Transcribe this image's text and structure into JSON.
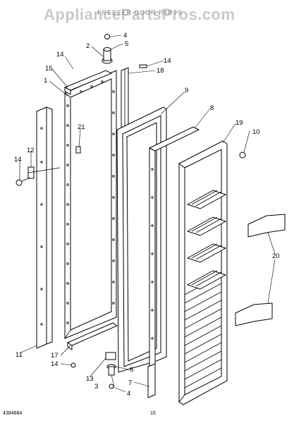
{
  "watermark": "AppliancePartsPros.com",
  "title": "FREEZER DOOR PARTS",
  "subtitle": "",
  "footer": {
    "doc_number": "4384684",
    "page_number": "15"
  },
  "callouts": [
    "1",
    "2",
    "3",
    "4",
    "4",
    "5",
    "6",
    "7",
    "8",
    "9",
    "10",
    "11",
    "12",
    "13",
    "14",
    "14",
    "14",
    "14",
    "15",
    "17",
    "18",
    "19",
    "20",
    "21"
  ]
}
